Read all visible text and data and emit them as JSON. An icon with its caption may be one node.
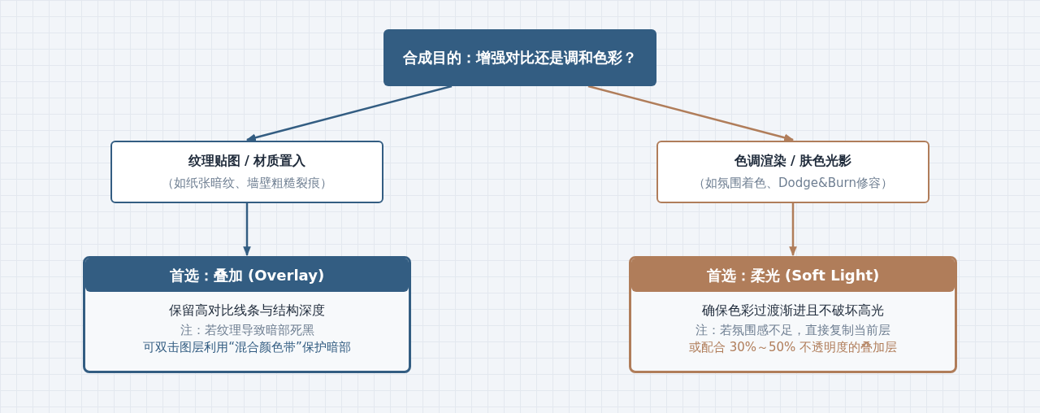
{
  "diagram": {
    "nodes": [
      {
        "text": [
          "合成目的：增强对比还是调和色彩？"
        ]
      },
      {
        "text": [
          "纹理贴图 / 材质置入",
          "（如纸张暗纹、墙壁粗糙裂痕）"
        ]
      },
      {
        "text": [
          "色调渲染 / 肤色光影",
          "（如氛围着色、Dodge&Burn修容）"
        ]
      },
      {
        "text": [
          "首选：叠加 (Overlay)",
          "保留高对比线条与结构深度",
          "注：若纹理导致暗部死黑",
          "可双击图层利用“混合颜色带”保护暗部"
        ]
      },
      {
        "text": [
          "首选：柔光 (Soft Light)",
          "确保色彩过渡渐进且不破坏高光",
          "注：若氛围感不足，直接复制当前层",
          "或配合 30%～50% 不透明度的叠加层"
        ]
      }
    ],
    "edges": [
      {
        "from": 0,
        "to": 1,
        "arrow": "to",
        "color": "#335d82"
      },
      {
        "from": 0,
        "to": 2,
        "arrow": "to",
        "color": "#b07d5a"
      },
      {
        "from": 1,
        "to": 3,
        "arrow": "to",
        "color": "#335d82"
      },
      {
        "from": 2,
        "to": 4,
        "arrow": "to",
        "color": "#b07d5a"
      }
    ]
  }
}
